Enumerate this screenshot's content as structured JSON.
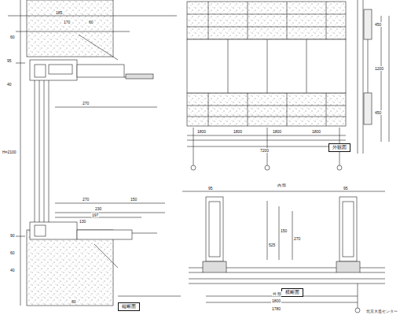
{
  "diagram": {
    "nodes": [
      {
        "text": [
          "縦断面"
        ]
      },
      {
        "text": [
          "外観図"
        ]
      },
      {
        "text": [
          "横断面"
        ]
      }
    ],
    "labels": [
      "185",
      "170",
      "60",
      "60",
      "95",
      "40",
      "270",
      "H=2100",
      "270",
      "150",
      "230",
      "197",
      "130",
      "90",
      "60",
      "40",
      "80",
      "1800",
      "1800",
      "1800",
      "1800",
      "7200",
      "450",
      "1200",
      "450",
      "内 部",
      "外 部",
      "95",
      "95",
      "150",
      "270",
      "525",
      "1780",
      "1800",
      "北京大造センター"
    ]
  }
}
